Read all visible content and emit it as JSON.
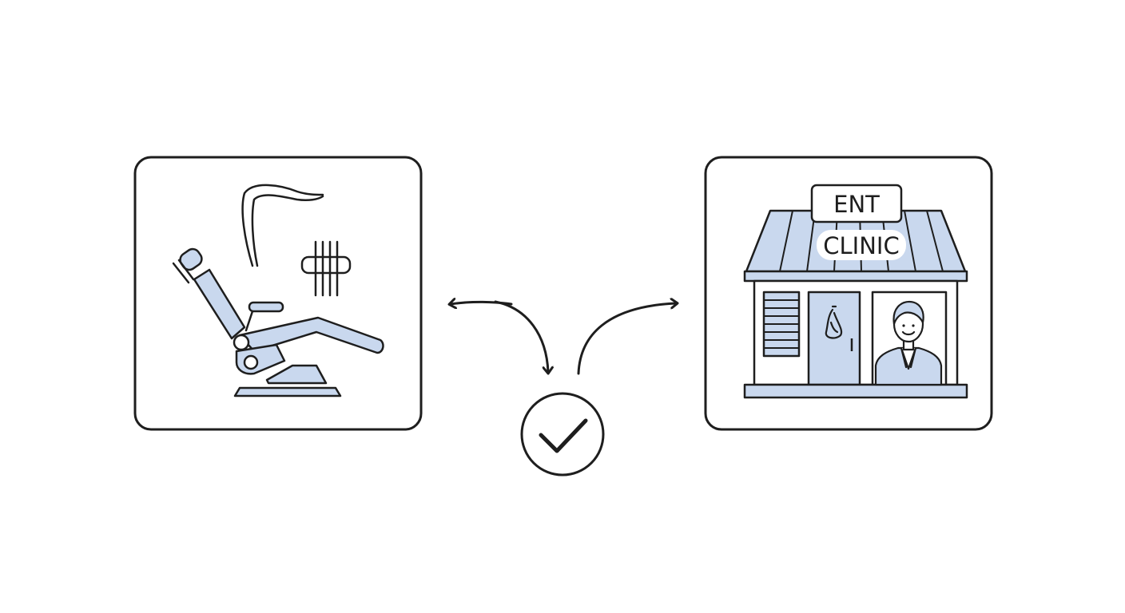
{
  "colors": {
    "stroke": "#1e1e1e",
    "fill": "#c9d8ee",
    "background": "#ffffff"
  },
  "left_panel": {
    "icons": [
      "dental-chair-icon",
      "dental-instrument-icon",
      "tooth-grid-icon"
    ]
  },
  "center": {
    "icon": "checkmark-circle-icon",
    "arrows": [
      "double-arrow-to-dental",
      "arrow-to-check",
      "arrow-to-clinic"
    ]
  },
  "right_panel": {
    "sign_line_1": "ENT",
    "sign_line_2": "CLINIC",
    "icons": [
      "clinic-building-icon",
      "ear-nose-icon",
      "receptionist-icon"
    ]
  }
}
